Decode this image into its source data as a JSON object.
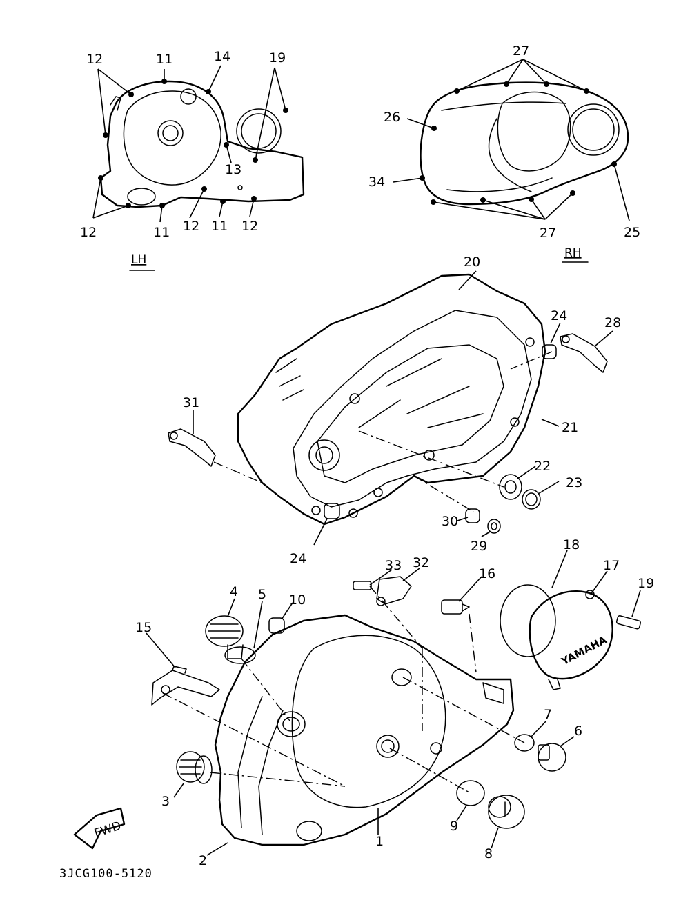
{
  "diagram": {
    "code": "3JCG100-5120",
    "side_labels": {
      "lh": "LH",
      "rh": "RH"
    },
    "fwd_label": "FWD",
    "brand_text": "YAMAHA",
    "callouts": {
      "lh_12a": "12",
      "lh_11a": "11",
      "lh_14": "14",
      "lh_19": "19",
      "lh_13": "13",
      "lh_12b": "12",
      "lh_11b": "11",
      "lh_12c": "12",
      "lh_11c": "11",
      "lh_12d": "12",
      "rh_27a": "27",
      "rh_26": "26",
      "rh_34": "34",
      "rh_27b": "27",
      "rh_25": "25",
      "p20": "20",
      "p24a": "24",
      "p28": "28",
      "p31": "31",
      "p21": "21",
      "p22": "22",
      "p23": "23",
      "p30": "30",
      "p29": "29",
      "p24b": "24",
      "p33": "33",
      "p32": "32",
      "p16": "16",
      "p18": "18",
      "p17": "17",
      "p19": "19",
      "p4": "4",
      "p5": "5",
      "p10": "10",
      "p15": "15",
      "p7": "7",
      "p6": "6",
      "p3": "3",
      "p9": "9",
      "p1": "1",
      "p2": "2",
      "p8": "8"
    }
  }
}
